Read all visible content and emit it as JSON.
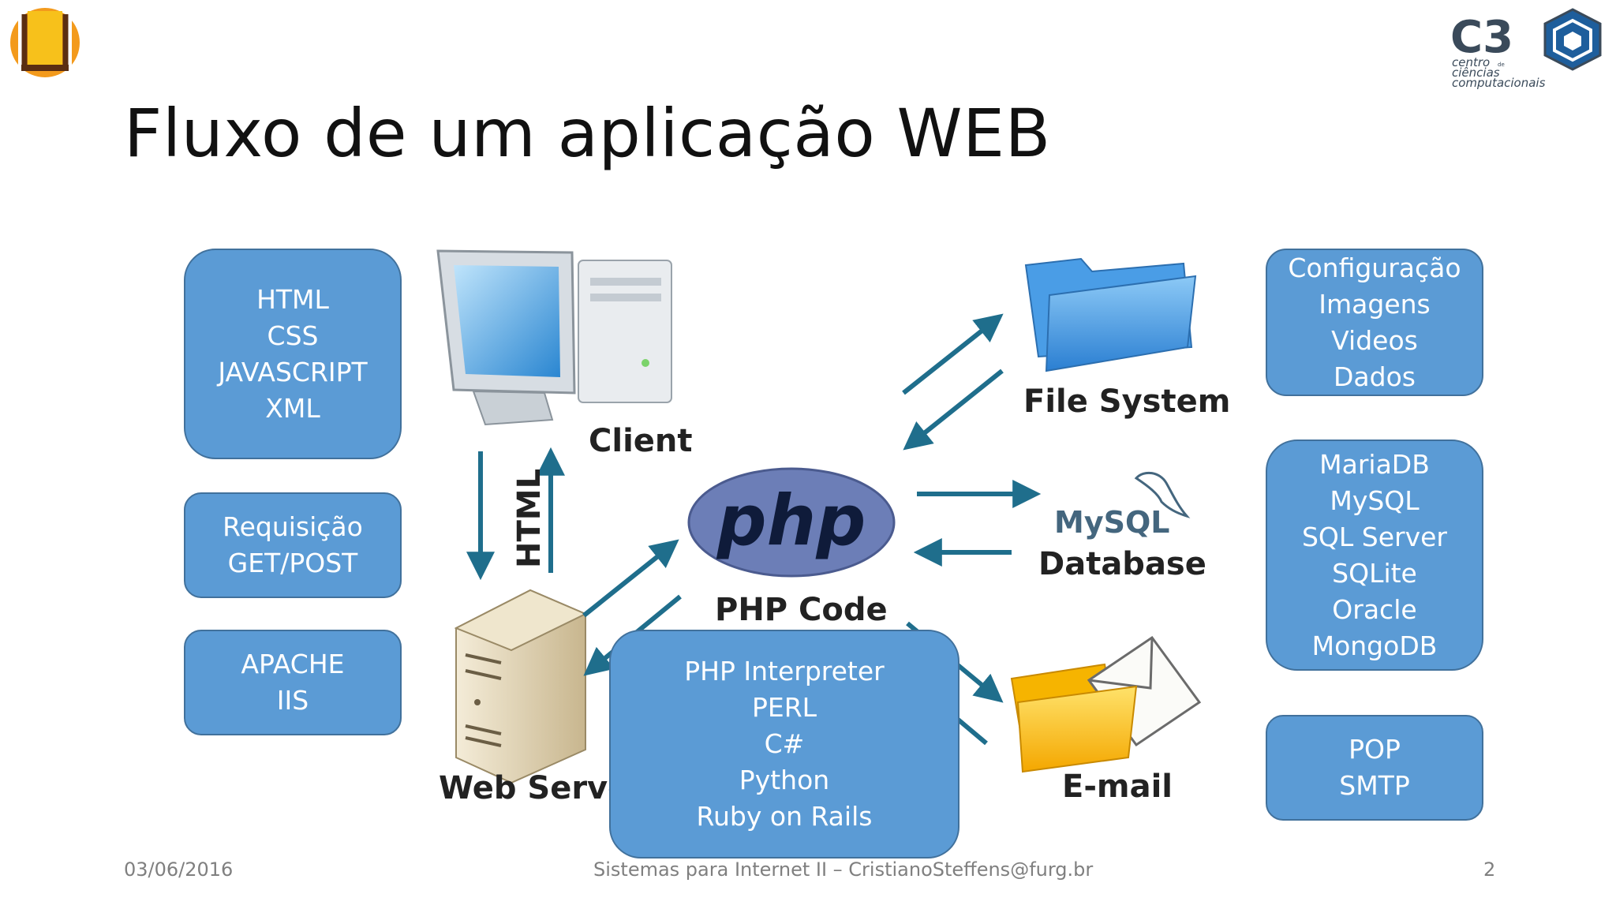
{
  "slide": {
    "title": "Fluxo de um aplicação WEB"
  },
  "boxes": {
    "client_tech": [
      "HTML",
      "CSS",
      "JAVASCRIPT",
      "XML"
    ],
    "request": [
      "Requisição",
      "GET/POST"
    ],
    "server": [
      "APACHE",
      "IIS"
    ],
    "interpreters": [
      "PHP Interpreter",
      "PERL",
      "C#",
      "Python",
      "Ruby on Rails"
    ],
    "files": [
      "Configuração",
      "Imagens",
      "Videos",
      "Dados"
    ],
    "databases": [
      "MariaDB",
      "MySQL",
      "SQL Server",
      "SQLite",
      "Oracle",
      "MongoDB"
    ],
    "mail": [
      "POP",
      "SMTP"
    ]
  },
  "diagram": {
    "client_label": "Client",
    "html_label": "HTML",
    "web_server_label": "Web Serve",
    "php_logo_text": "php",
    "php_code_label": "PHP Code",
    "file_system_label": "File System",
    "mysql_logo_text": "MySQL",
    "database_label": "Database",
    "email_label": "E-mail"
  },
  "footer": {
    "date": "03/06/2016",
    "center": "Sistemas para Internet II – CristianoSteffens@furg.br",
    "page": "2"
  },
  "logos": {
    "left": "orange-circle-logo",
    "right_c3_text": "C3",
    "right_lines": [
      "centro",
      "ciências",
      "computacionais"
    ],
    "right_de": "de"
  },
  "colors": {
    "box_fill": "#5b9bd5",
    "box_border": "#41719c",
    "arrow": "#1f6e8c",
    "php_oval": "#6c7eb7"
  }
}
